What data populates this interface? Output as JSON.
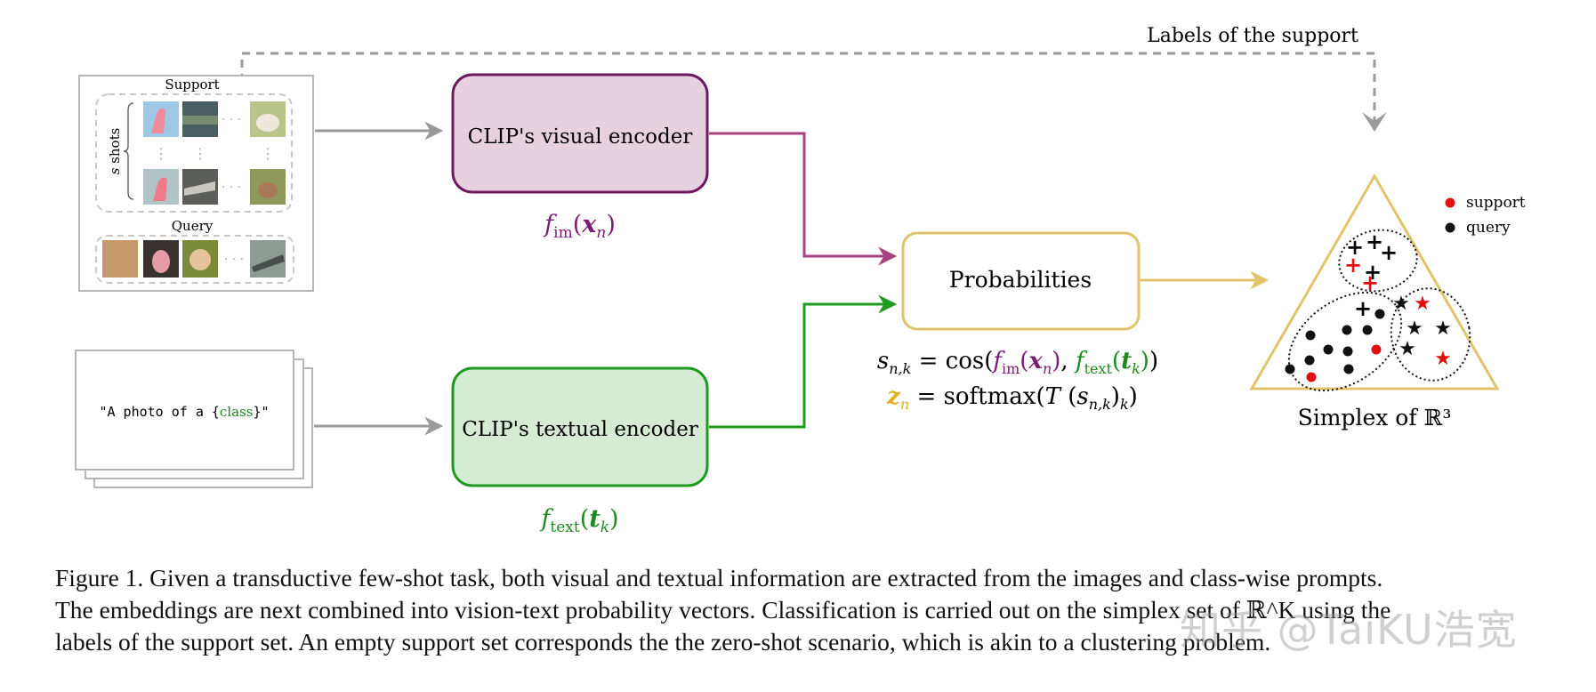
{
  "figure": {
    "support_label": "Support",
    "shots_label": "s shots",
    "query_label": "Query",
    "prompt_text_prefix": "\"A photo of a {",
    "prompt_text_class": "class",
    "prompt_text_suffix": "}\"",
    "visual_encoder_label": "CLIP's visual encoder",
    "textual_encoder_label": "CLIP's textual encoder",
    "probabilities_label": "Probabilities",
    "labels_of_support": "Labels of the support",
    "f_im_formula": "f_im(x_n)",
    "f_text_formula": "f_text(t_k)",
    "similarity_formula": "s_n,k = cos(f_im(x_n), f_text(t_k))",
    "softmax_formula": "z_n = softmax(T(s_n,k)_k)",
    "simplex_label": "Simplex of ℝ³",
    "legend": {
      "support": "support",
      "query": "query"
    },
    "colors": {
      "visual": "#6b1a5e",
      "visual_fill": "#e8d1df",
      "textual": "#1e9a1e",
      "textual_fill": "#d5ebd3",
      "probabilities": "#e2c46a",
      "arrow_grey": "#9a9a9a",
      "support_dot": "#e01010",
      "query_dot": "#111111"
    }
  },
  "caption": {
    "line1": "Figure 1. Given a transductive few-shot task, both visual and textual information are extracted from the images and class-wise prompts.",
    "line2": "The embeddings are next combined into vision-text probability vectors. Classification is carried out on the simplex set of ℝ^K using the",
    "line3": "labels of the support set. An empty support set corresponds the the zero-shot scenario, which is akin to a clustering problem."
  },
  "watermark": "知乎 @TaiKU浩宽"
}
